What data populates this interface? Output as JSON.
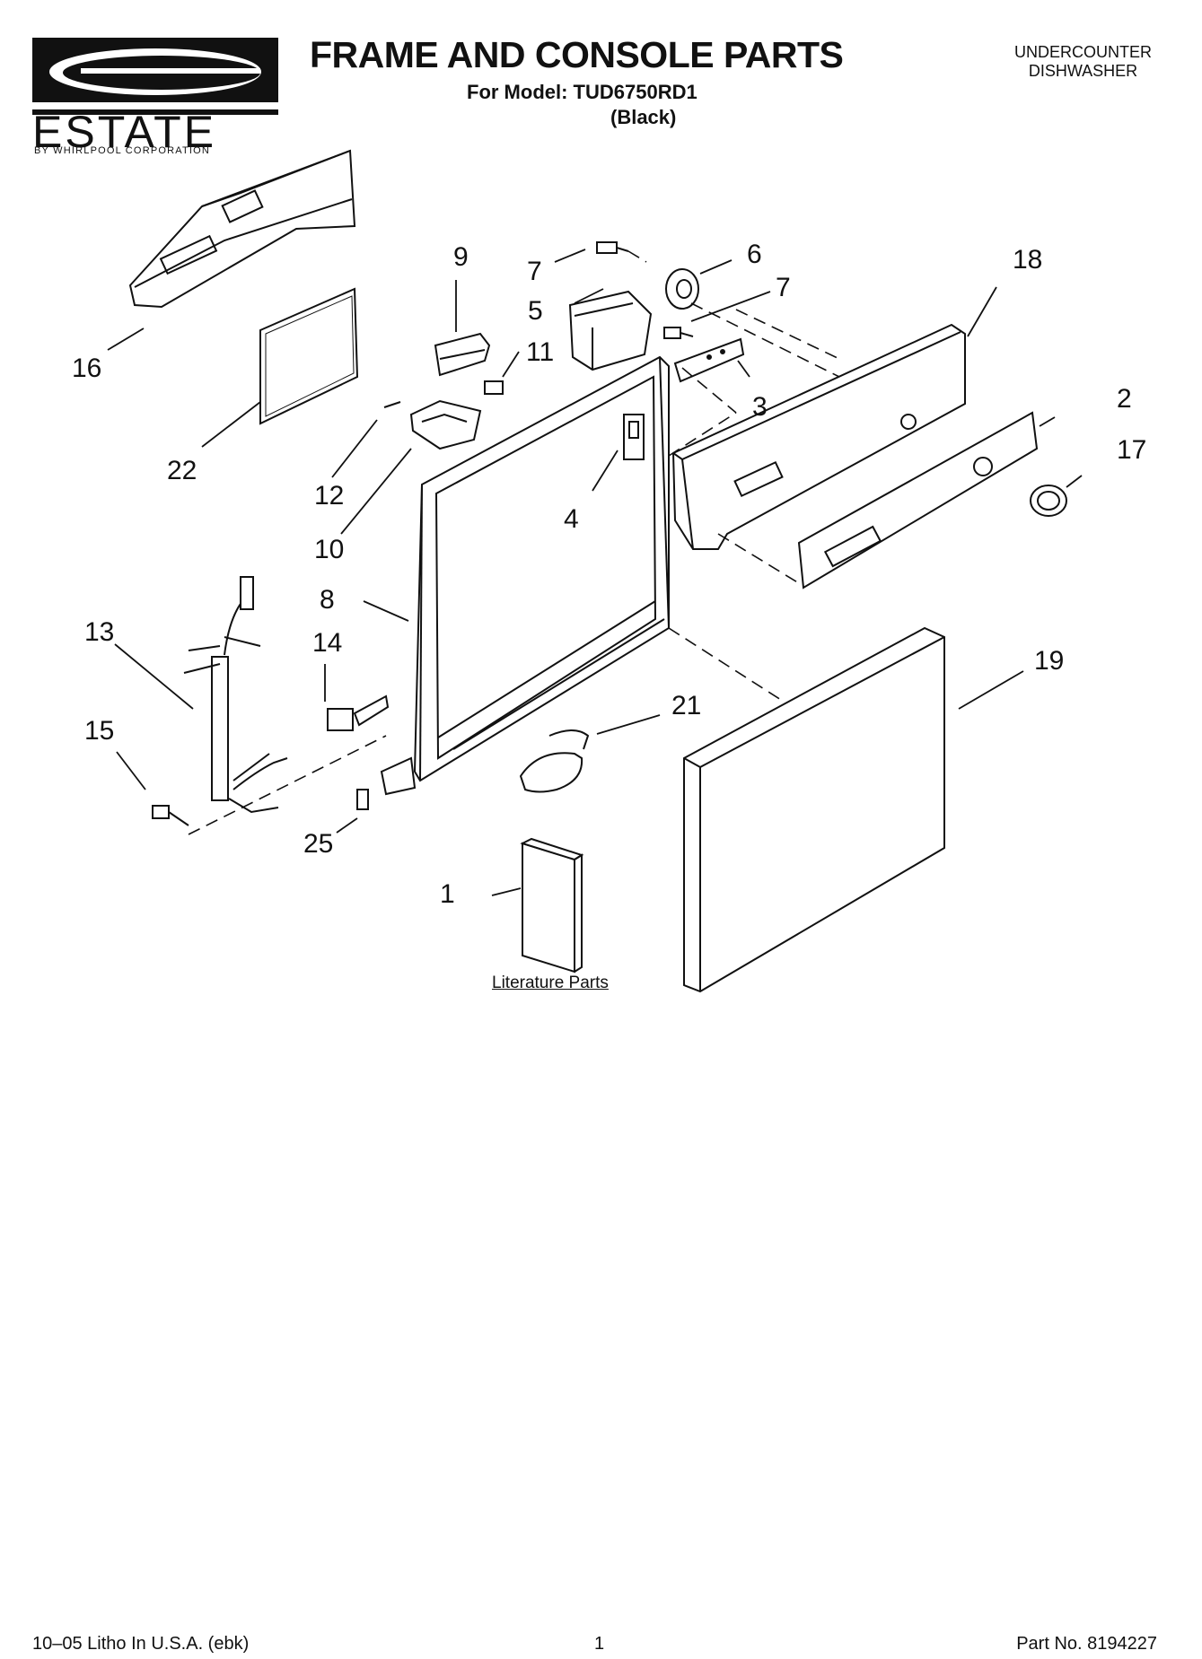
{
  "header": {
    "brand": "ESTATE",
    "brand_sub": "BY WHIRLPOOL CORPORATION",
    "title": "FRAME AND CONSOLE PARTS",
    "model_line": "For Model: TUD6750RD1",
    "color_line": "(Black)",
    "product_line1": "UNDERCOUNTER",
    "product_line2": "DISHWASHER"
  },
  "callouts": {
    "c1": "1",
    "c2": "2",
    "c3": "3",
    "c4": "4",
    "c5": "5",
    "c6": "6",
    "c7a": "7",
    "c7b": "7",
    "c8": "8",
    "c9": "9",
    "c10": "10",
    "c11": "11",
    "c12": "12",
    "c13": "13",
    "c14": "14",
    "c15": "15",
    "c16": "16",
    "c17": "17",
    "c18": "18",
    "c19": "19",
    "c21": "21",
    "c22": "22",
    "c25": "25"
  },
  "literature_label": "Literature Parts",
  "footer": {
    "left": "10–05 Litho In U.S.A. (ebk)",
    "page": "1",
    "part_no": "Part No. 8194227"
  }
}
